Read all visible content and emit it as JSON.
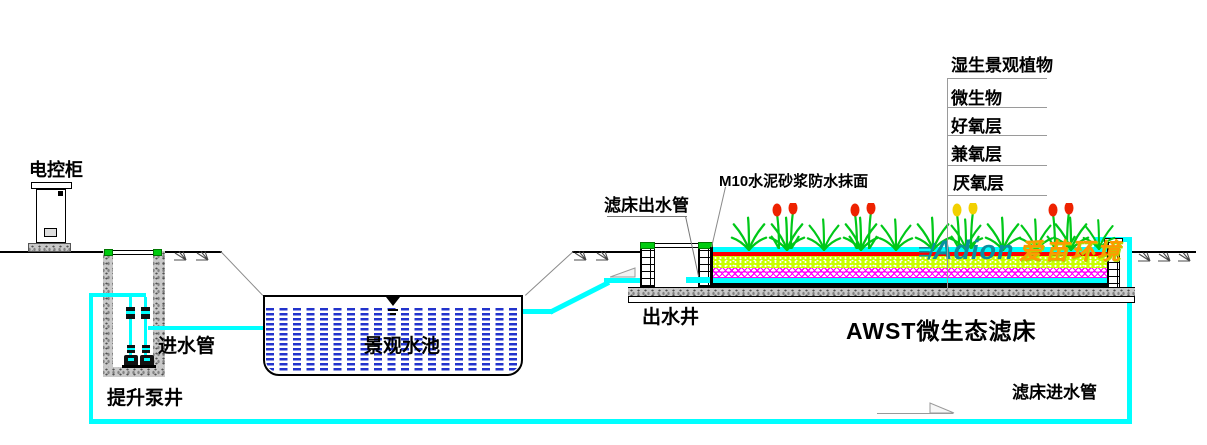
{
  "labels": {
    "control_cabinet": "电控柜",
    "lift_pump_well": "提升泵井",
    "inlet_pipe": "进水管",
    "landscape_pool": "景观水池",
    "filter_outlet_pipe": "滤床出水管",
    "mortar_surface": "M10水泥砂浆防水抹面",
    "outlet_well": "出水井",
    "bed_title": "AWST微生态滤床",
    "filter_inlet_pipe": "滤床进水管"
  },
  "layer_legend": {
    "title": "湿生景观植物",
    "items": [
      "微生物",
      "好氧层",
      "兼氧层",
      "厌氧层"
    ]
  },
  "watermark": {
    "brand": "Adion",
    "cjk": "爱苗环境"
  },
  "colors": {
    "pipe_cyan": "#00ffff",
    "cap_green": "#00cc10",
    "surface_red": "#ff0000",
    "aerobic_layer": "#c9ff00",
    "facultative_layer": "#ff00ff",
    "pool_water_dash": "#2233cc",
    "watermark_teal": "#0a8fa0",
    "watermark_orange": "#ff9900"
  }
}
